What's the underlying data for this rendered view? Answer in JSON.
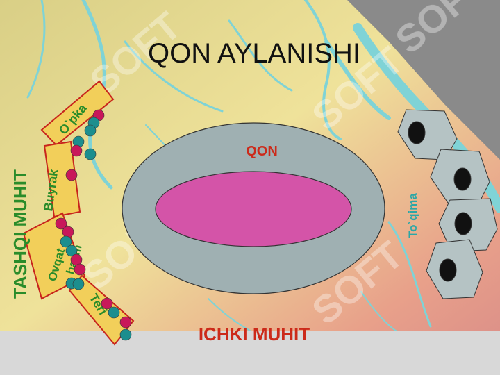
{
  "slide": {
    "title": "QON AYLANISHI",
    "blood_label": "QON",
    "inner_env_label": "ICHKI MUHIT",
    "outer_env_label": "TASHQI MUHIT",
    "tissue_label": "To`qima",
    "organs": {
      "lung": "O`pka",
      "kidney": "Buyrak",
      "food_line1": "Ovqat",
      "food_line2": "hazm",
      "skin": "Teri"
    },
    "watermark": "SOFT"
  },
  "colors": {
    "background_map": "#e6d98a",
    "water": "#7fd3d6",
    "gray_corner": "#8a8a8a",
    "bottom_band": "#d8d8d8",
    "organ_fill": "#f2cf5a",
    "organ_stroke": "#c8241c",
    "green_text": "#2a8c2a",
    "red_text": "#cc2a1a",
    "outer_ellipse": "#9fb0b2",
    "inner_ellipse": "#d454a8",
    "cell_fill": "#b5c3c4",
    "dot_red": "#c8185a",
    "dot_teal": "#1c8e8e",
    "tissue_text": "#2aa7a7"
  }
}
